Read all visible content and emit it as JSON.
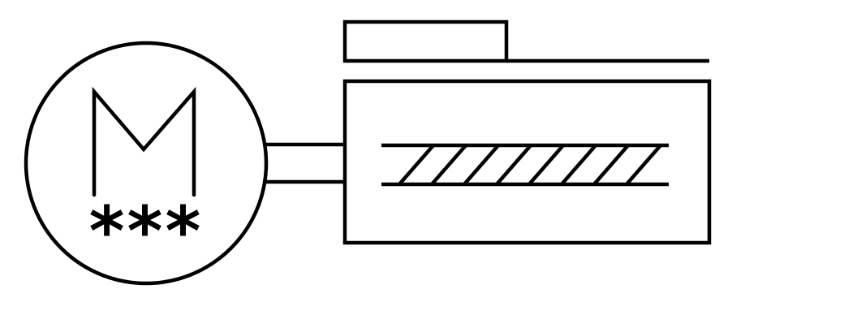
{
  "diagram": {
    "type": "engineering-schematic",
    "subject": "motor-driven screw conveyor",
    "background_color": "#ffffff",
    "stroke_color": "#000000",
    "motor": {
      "label": "M",
      "stars": "***"
    },
    "symbols": [
      "motor-symbol",
      "drive-shaft",
      "screw-flight",
      "conveyor-housing",
      "inlet-box"
    ]
  }
}
